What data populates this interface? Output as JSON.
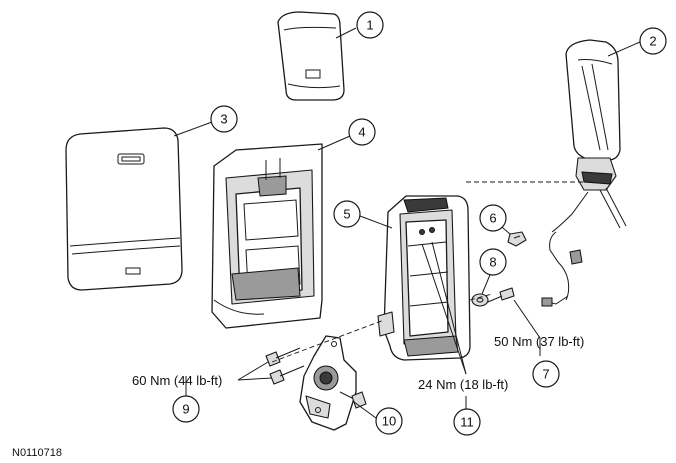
{
  "callouts": [
    "1",
    "2",
    "3",
    "4",
    "5",
    "6",
    "7",
    "8",
    "9",
    "10",
    "11"
  ],
  "torques": {
    "t7": "50 Nm (37 lb-ft)",
    "t9": "60 Nm (44 lb-ft)",
    "t11": "24 Nm (18 lb-ft)"
  },
  "figure_id": "N0110718"
}
